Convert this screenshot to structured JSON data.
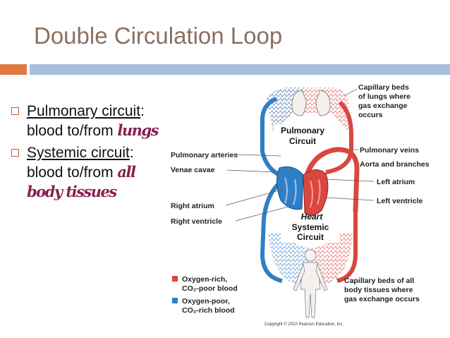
{
  "slide": {
    "title": "Double Circulation Loop",
    "bullets": [
      {
        "term": "Pulmonary circuit",
        "colon": ":",
        "line2_prefix": "blood to/from ",
        "line2_emphasis": "lungs"
      },
      {
        "term": "Systemic circuit",
        "colon": ":",
        "line2_prefix": "blood to/from ",
        "line2_emphasis": "all",
        "line3_emphasis": "body tissues"
      }
    ]
  },
  "diagram": {
    "labels": {
      "capillary_lungs": [
        "Capillary beds",
        "of lungs where",
        "gas exchange",
        "occurs"
      ],
      "pulmonary_circuit": [
        "Pulmonary",
        "Circuit"
      ],
      "pulmonary_arteries": "Pulmonary arteries",
      "venae_cavae": "Venae cavae",
      "pulmonary_veins": "Pulmonary veins",
      "aorta": "Aorta and branches",
      "left_atrium": "Left atrium",
      "left_ventricle": "Left ventricle",
      "right_atrium": "Right atrium",
      "right_ventricle": "Right ventricle",
      "heart": "Heart",
      "systemic_circuit": [
        "Systemic",
        "Circuit"
      ],
      "capillary_body": [
        "Capillary beds of all",
        "body tissues where",
        "gas exchange occurs"
      ]
    },
    "legend": [
      {
        "color": "#d9473f",
        "line1": "Oxygen-rich,",
        "line2": "CO₂-poor blood"
      },
      {
        "color": "#2f7fc6",
        "line1": "Oxygen-poor,",
        "line2": "CO₂-rich blood"
      }
    ],
    "copyright": "Copyright © 2010 Pearson Education, Inc.",
    "colors": {
      "red": "#d9473f",
      "blue": "#2f7fc6",
      "red_mesh": "#e58a85",
      "blue_mesh": "#7fb1dd"
    }
  }
}
